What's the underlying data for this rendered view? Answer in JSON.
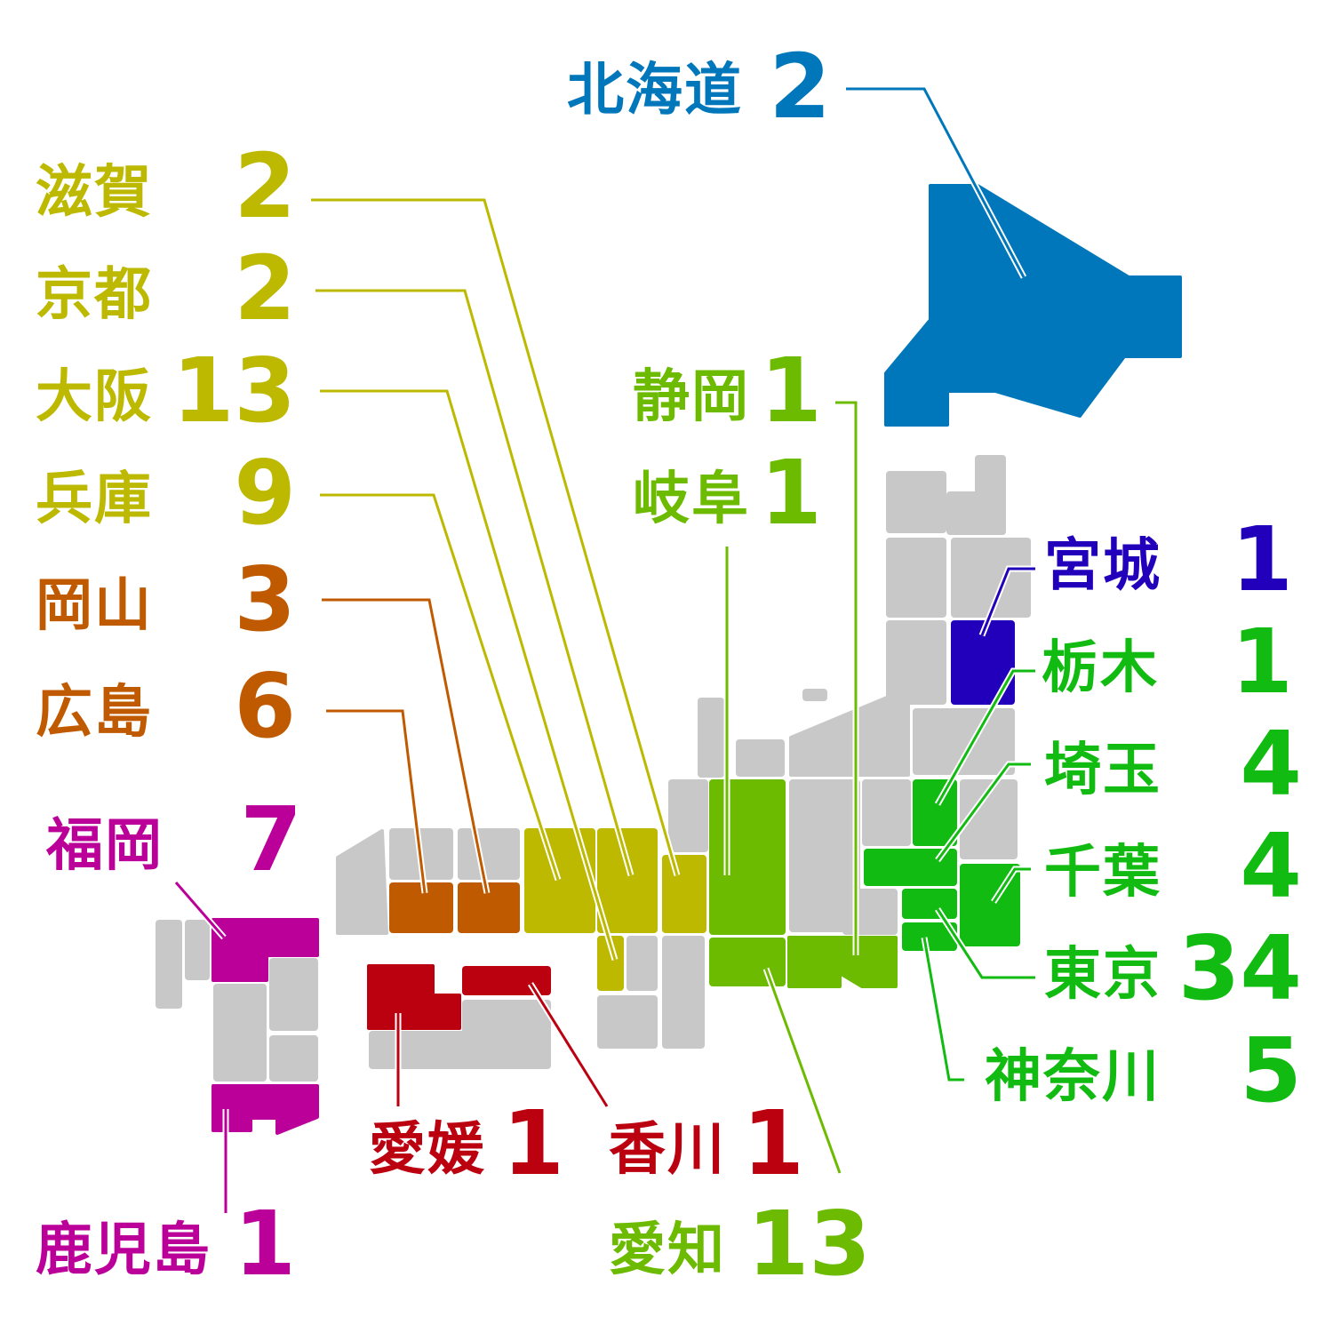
{
  "title": "都道府県別 件数",
  "colors": {
    "gray": "#c8c8c8",
    "hokkaido": "#0077bb",
    "kansai": "#bdb800",
    "chugoku": "#c05a00",
    "kyushu": "#bb0099",
    "shikoku": "#bb0010",
    "chubu": "#6cbb00",
    "kanto": "#11bb11",
    "tohoku": "#2200bb"
  },
  "prefectures": {
    "hokkaido": {
      "name": "北海道",
      "count": "2",
      "color": "#0077bb"
    },
    "shiga": {
      "name": "滋賀",
      "count": "2",
      "color": "#bdb800"
    },
    "kyoto": {
      "name": "京都",
      "count": "2",
      "color": "#bdb800"
    },
    "osaka": {
      "name": "大阪",
      "count": "13",
      "color": "#bdb800"
    },
    "hyogo": {
      "name": "兵庫",
      "count": "9",
      "color": "#bdb800"
    },
    "okayama": {
      "name": "岡山",
      "count": "3",
      "color": "#c05a00"
    },
    "hiroshima": {
      "name": "広島",
      "count": "6",
      "color": "#c05a00"
    },
    "fukuoka": {
      "name": "福岡",
      "count": "7",
      "color": "#bb0099"
    },
    "kagoshima": {
      "name": "鹿児島",
      "count": "1",
      "color": "#bb0099"
    },
    "ehime": {
      "name": "愛媛",
      "count": "1",
      "color": "#bb0010"
    },
    "kagawa": {
      "name": "香川",
      "count": "1",
      "color": "#bb0010"
    },
    "aichi": {
      "name": "愛知",
      "count": "13",
      "color": "#6cbb00"
    },
    "shizuoka": {
      "name": "静岡",
      "count": "1",
      "color": "#6cbb00"
    },
    "gifu": {
      "name": "岐阜",
      "count": "1",
      "color": "#6cbb00"
    },
    "miyagi": {
      "name": "宮城",
      "count": "1",
      "color": "#2200bb"
    },
    "tochigi": {
      "name": "栃木",
      "count": "1",
      "color": "#11bb11"
    },
    "saitama": {
      "name": "埼玉",
      "count": "4",
      "color": "#11bb11"
    },
    "chiba": {
      "name": "千葉",
      "count": "4",
      "color": "#11bb11"
    },
    "tokyo": {
      "name": "東京",
      "count": "34",
      "color": "#11bb11"
    },
    "kanagawa": {
      "name": "神奈川",
      "count": "5",
      "color": "#11bb11"
    }
  }
}
